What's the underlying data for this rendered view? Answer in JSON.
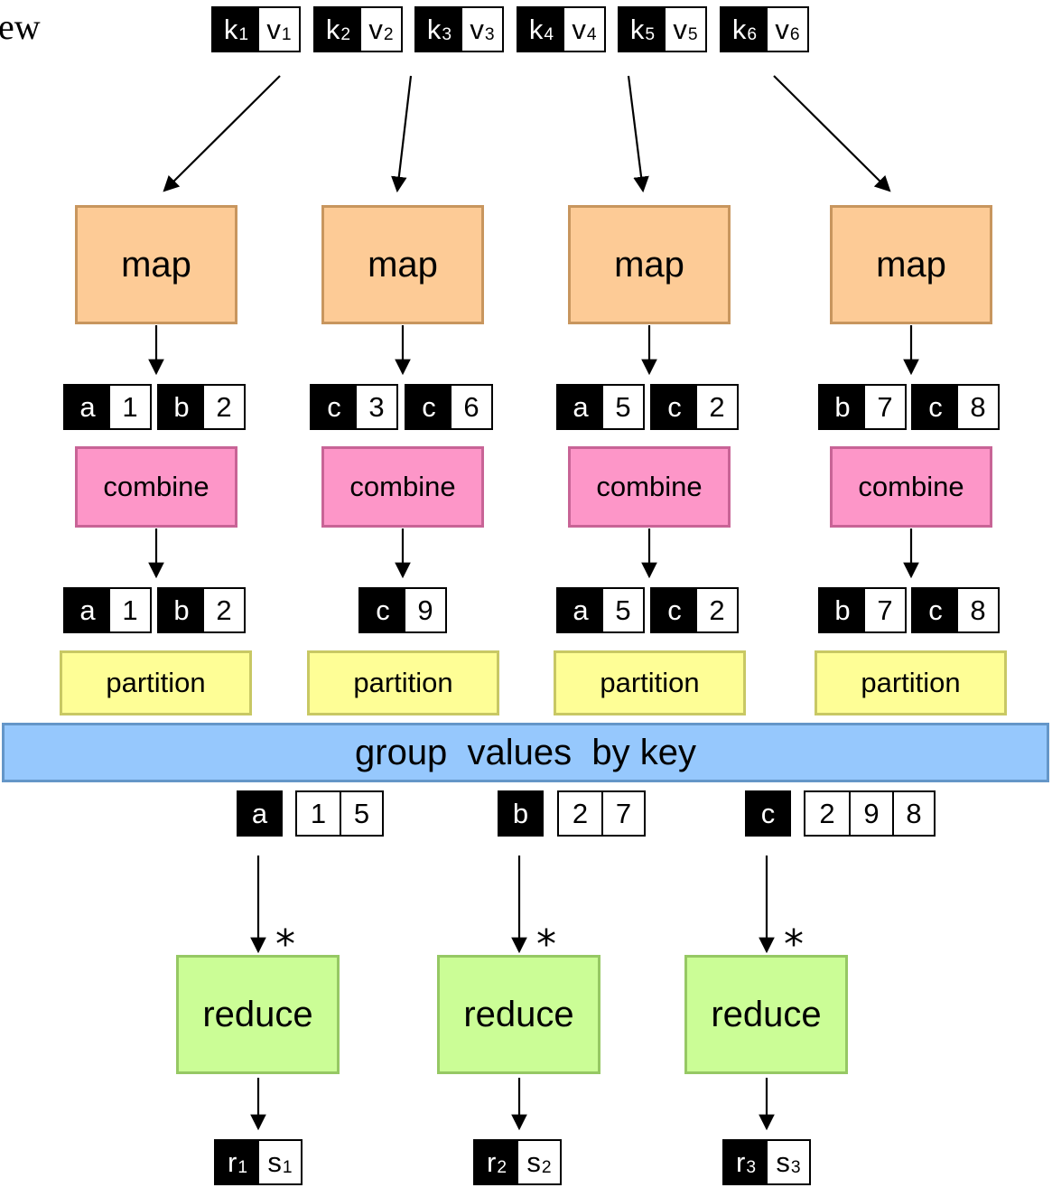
{
  "title_fragment": "ew",
  "inputs": [
    {
      "k": "k",
      "ki": "1",
      "v": "v",
      "vi": "1"
    },
    {
      "k": "k",
      "ki": "2",
      "v": "v",
      "vi": "2"
    },
    {
      "k": "k",
      "ki": "3",
      "v": "v",
      "vi": "3"
    },
    {
      "k": "k",
      "ki": "4",
      "v": "v",
      "vi": "4"
    },
    {
      "k": "k",
      "ki": "5",
      "v": "v",
      "vi": "5"
    },
    {
      "k": "k",
      "ki": "6",
      "v": "v",
      "vi": "6"
    }
  ],
  "stage_labels": {
    "map": "map",
    "combine": "combine",
    "partition": "partition",
    "group": "group  values  by key",
    "reduce": "reduce",
    "asterisk": "*"
  },
  "map_outputs": [
    [
      {
        "k": "a",
        "v": "1"
      },
      {
        "k": "b",
        "v": "2"
      }
    ],
    [
      {
        "k": "c",
        "v": "3"
      },
      {
        "k": "c",
        "v": "6"
      }
    ],
    [
      {
        "k": "a",
        "v": "5"
      },
      {
        "k": "c",
        "v": "2"
      }
    ],
    [
      {
        "k": "b",
        "v": "7"
      },
      {
        "k": "c",
        "v": "8"
      }
    ]
  ],
  "combine_outputs": [
    [
      {
        "k": "a",
        "v": "1"
      },
      {
        "k": "b",
        "v": "2"
      }
    ],
    [
      {
        "k": "c",
        "v": "9"
      }
    ],
    [
      {
        "k": "a",
        "v": "5"
      },
      {
        "k": "c",
        "v": "2"
      }
    ],
    [
      {
        "k": "b",
        "v": "7"
      },
      {
        "k": "c",
        "v": "8"
      }
    ]
  ],
  "groups": [
    {
      "key": "a",
      "values": [
        "1",
        "5"
      ]
    },
    {
      "key": "b",
      "values": [
        "2",
        "7"
      ]
    },
    {
      "key": "c",
      "values": [
        "2",
        "9",
        "8"
      ]
    }
  ],
  "outputs": [
    {
      "r": "r",
      "ri": "1",
      "s": "s",
      "si": "1"
    },
    {
      "r": "r",
      "ri": "2",
      "s": "s",
      "si": "2"
    },
    {
      "r": "r",
      "ri": "3",
      "s": "s",
      "si": "3"
    }
  ]
}
